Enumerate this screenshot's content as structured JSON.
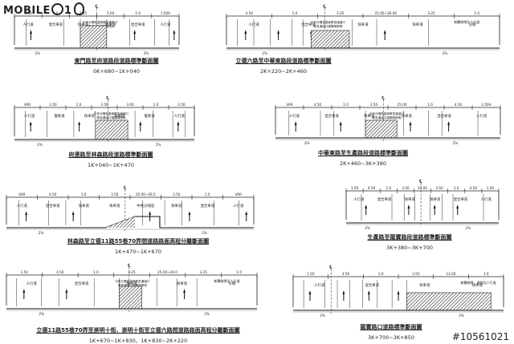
{
  "logo": {
    "text_pre": "MOBILE",
    "text_post": "1"
  },
  "watermark": "#10561021",
  "panels": [
    {
      "id": "p1",
      "title": "東門路至府道路段道路標準斷面圖",
      "station": "0K+680~1K+040",
      "top_labels": [
        "4.50",
        "1.0",
        "3.25",
        "3.00",
        "1.0",
        "1.50A"
      ],
      "lane_labels": [
        "人行道",
        "混合車道",
        "快車道",
        "快車道",
        "混合車道",
        "人行道"
      ],
      "center_note": [
        "中央分隔島邊緣緊急通道口",
        "緊急通道口護欄與照明"
      ],
      "slope_left": "2%",
      "slope_right": "2%"
    },
    {
      "id": "p2",
      "title": "立德六路至中華東路段道路標準斷面圖",
      "station": "2K+220~2K+460",
      "top_labels": [
        "4.50",
        "1.0",
        "3.25",
        "25.00~26.00",
        "3.25",
        "1.0"
      ],
      "lane_labels": [
        "人行道",
        "混合車道",
        "快車道",
        "快車道",
        "分隔"
      ],
      "center_note": [
        "中央分隔島邊緣緊急通道口",
        "緊急通道口護欄與照明"
      ],
      "right_note": "新闢綠帶及人行道",
      "slope_left": "2%",
      "slope_right": "2%"
    },
    {
      "id": "p3",
      "title": "府連路至林森路段道路標準斷面圖",
      "station": "1K+040~1K+470",
      "top_labels": [
        "VAR",
        "2.50",
        "1.0",
        "3.50",
        "3.00",
        "1.0",
        "2.50"
      ],
      "lane_labels": [
        "人行道",
        "慢車道",
        "快車道",
        "快車道",
        "慢車道",
        "人行道"
      ],
      "center_note": [
        "中央分隔島邊緣緊急通道口",
        "緊急通道口護欄與照明"
      ],
      "slope_left": "2%",
      "slope_right": "2%"
    },
    {
      "id": "p4",
      "title": "中華東路至生產路段道路標準斷面圖",
      "station": "2K+460~3K+380",
      "top_labels": [
        "VAR",
        "4.50",
        "1.0",
        "3.50",
        "25.00",
        "1.0",
        "4.50",
        "2.50A"
      ],
      "lane_labels": [
        "人行道",
        "混合車道",
        "快車道",
        "快車道",
        "混合車道",
        "人行道"
      ],
      "center_note": [
        "中央分隔島邊緣緊急通道口",
        "緊急通道口護欄與照明"
      ],
      "slope_left": "2%",
      "slope_right": "2%"
    },
    {
      "id": "p5",
      "title": "林森路至立德11路55巷70弄間道路路面高程分離斷面圖",
      "station": "1K+470~1K+670",
      "top_labels": [
        "VAR",
        "4.50",
        "1.0",
        "3.50",
        "20.00~26.5",
        "3.50",
        "1.0",
        "VAR"
      ],
      "lane_labels": [
        "人行道",
        "混合車道",
        "快車道",
        "快車道",
        "中央分隔島",
        "快車道",
        "混合車道",
        "人行道"
      ],
      "center_note": [],
      "slope_left": "2%",
      "slope_right": "2%"
    },
    {
      "id": "p6",
      "title": "生產路至龍寶路段道路標準斷面圖",
      "station": "3K+380~3K+700",
      "top_labels": [
        "1.50",
        "4.50",
        "1.0",
        "3.50",
        "15.00",
        "3.50",
        "1.0",
        "4.50",
        "1.50"
      ],
      "lane_labels": [
        "人行道",
        "混合車道",
        "快車道",
        "快車道",
        "混合車道",
        "人行道"
      ],
      "center_note": [],
      "slope_left": "2%",
      "slope_right": "2%"
    },
    {
      "id": "p7",
      "title": "立德11路55巷70弄至崇明十街、崇明十街至立德六路間道路路面高程分離斷面圖",
      "station": "1K+670~1K+830、1K+830~2K+220",
      "top_labels": [
        "1.50",
        "4.50",
        "1.0",
        "3.25",
        "25.00~26.0",
        "3.25",
        "1.0"
      ],
      "lane_labels": [
        "人行道",
        "混合車道",
        "快車道",
        "快車道",
        "分隔"
      ],
      "center_note": [
        "中央分隔島邊緣緊急通道口",
        "緊急通道口護欄與照明"
      ],
      "right_note": "新闢綠帶及人行道",
      "slope_left": "2%",
      "slope_right": "2%"
    },
    {
      "id": "p8",
      "title": "龍寶路口道路標準斷面圖",
      "station": "3K+700~3K+850",
      "top_labels": [
        "1.50",
        "4.50",
        "1.0",
        "3.50",
        "12.00",
        "1.0"
      ],
      "lane_labels": [
        "人行道",
        "混合車道",
        "快車道",
        "快車道"
      ],
      "center_note": [],
      "right_note": "新闢綠帶、道路及人行道",
      "slope_left": "2%",
      "slope_right": "2%"
    }
  ]
}
